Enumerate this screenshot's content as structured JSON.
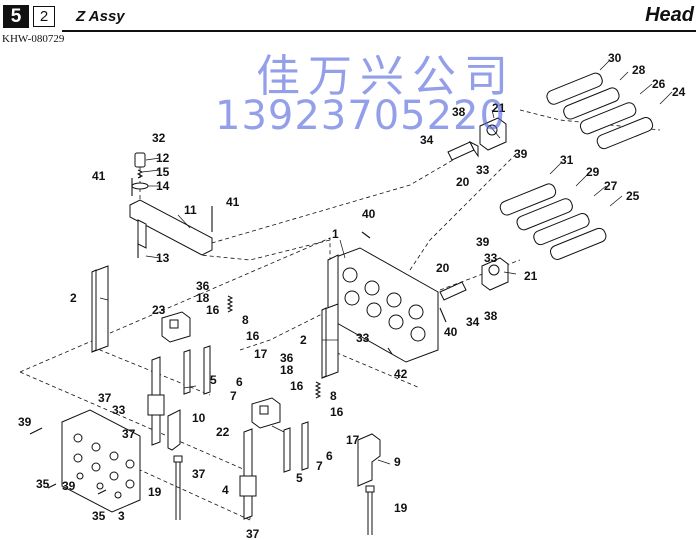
{
  "header": {
    "page_number": "5",
    "sub_number": "2",
    "section_title": "Z Assy",
    "category": "Head",
    "doc_code": "KHW-080729"
  },
  "watermark": {
    "company": "佳万兴公司",
    "phone": "13923705220"
  },
  "diagram": {
    "callouts": [
      "1",
      "2",
      "3",
      "4",
      "5",
      "6",
      "7",
      "8",
      "9",
      "10",
      "11",
      "12",
      "13",
      "14",
      "15",
      "16",
      "17",
      "18",
      "19",
      "20",
      "21",
      "22",
      "23",
      "24",
      "25",
      "26",
      "27",
      "28",
      "29",
      "30",
      "31",
      "32",
      "33",
      "34",
      "35",
      "36",
      "37",
      "38",
      "39",
      "40",
      "41",
      "42"
    ],
    "colors": {
      "line": "#111111",
      "watermark": "#5064dc"
    }
  }
}
